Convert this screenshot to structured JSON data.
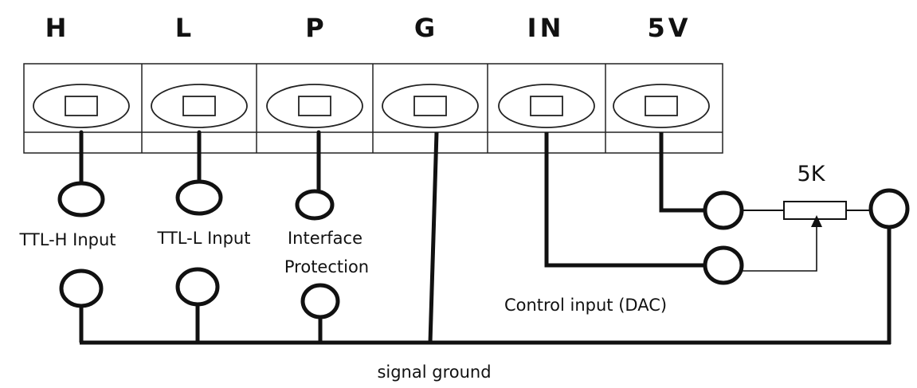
{
  "terminals": [
    {
      "id": "H",
      "label": "H"
    },
    {
      "id": "L",
      "label": "L"
    },
    {
      "id": "P",
      "label": "P"
    },
    {
      "id": "G",
      "label": "G"
    },
    {
      "id": "IN",
      "label": "IN"
    },
    {
      "id": "5V",
      "label": "5V"
    }
  ],
  "captions": {
    "ttl_h": "TTL-H Input",
    "ttl_l": "TTL-L Input",
    "interface_line1": "Interface",
    "interface_line2": "Protection",
    "control_input": "Control input (DAC)",
    "signal_ground": "signal ground"
  },
  "potentiometer": {
    "value": "5K"
  }
}
